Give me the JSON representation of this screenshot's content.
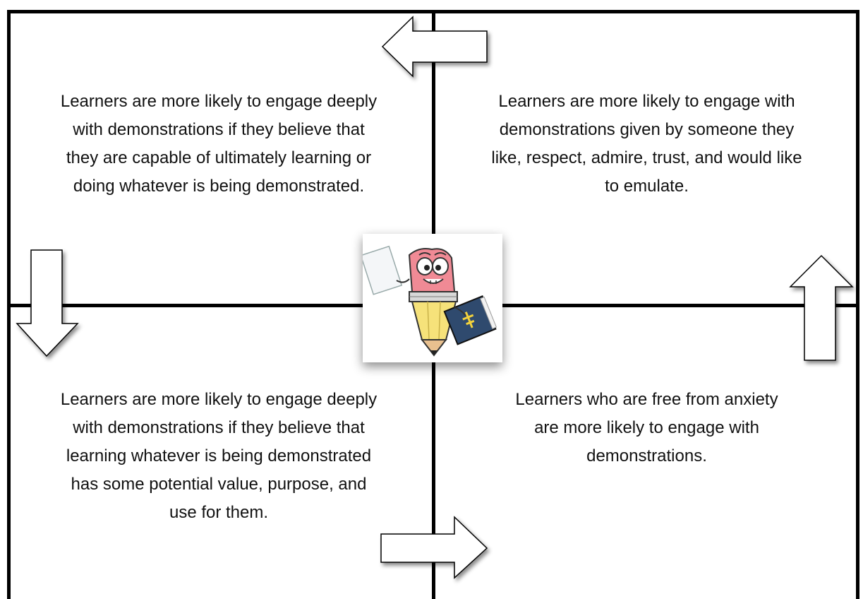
{
  "quadrants": {
    "top_left": "Learners are more likely to engage deeply\nwith demonstrations if they believe that\nthey are capable of ultimately learning or\ndoing whatever is being demonstrated.",
    "top_right": "Learners are more likely to engage with\ndemonstrations given by someone they\nlike, respect, admire, trust, and would like\nto emulate.",
    "bottom_left": "Learners are more likely to engage deeply\nwith demonstrations if they believe that\nlearning whatever is being demonstrated\nhas some potential value, purpose, and\nuse for them.",
    "bottom_right": "Learners who are free from anxiety\nare more likely to engage with\ndemonstrations."
  },
  "center_image": {
    "icon": "pencil-mascot-with-book-icon"
  },
  "arrows": [
    {
      "name": "arrow-left-icon",
      "direction": "left"
    },
    {
      "name": "arrow-down-icon",
      "direction": "down"
    },
    {
      "name": "arrow-right-icon",
      "direction": "right"
    },
    {
      "name": "arrow-up-icon",
      "direction": "up"
    }
  ]
}
